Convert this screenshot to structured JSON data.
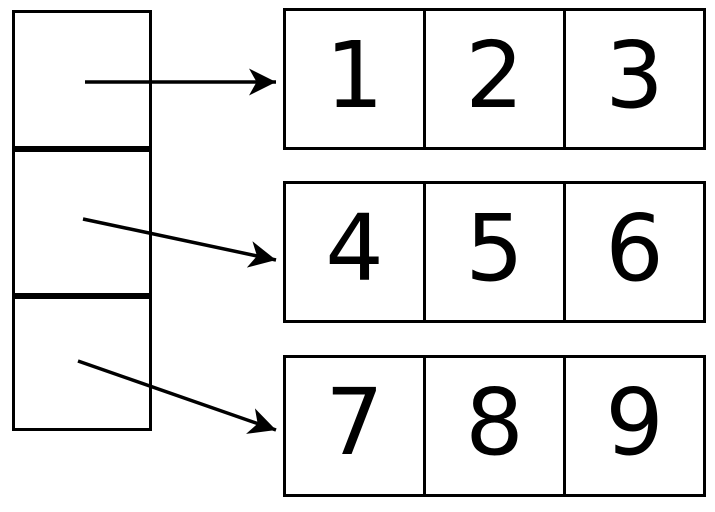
{
  "diagram": {
    "type": "array-of-pointers",
    "colors": {
      "line": "#000000",
      "background": "#ffffff"
    },
    "pointer_array": {
      "boxes": [
        {
          "label": ""
        },
        {
          "label": ""
        },
        {
          "label": ""
        }
      ]
    },
    "rows": [
      {
        "cells": [
          "1",
          "2",
          "3"
        ]
      },
      {
        "cells": [
          "4",
          "5",
          "6"
        ]
      },
      {
        "cells": [
          "7",
          "8",
          "9"
        ]
      }
    ],
    "connections": [
      {
        "from_pointer": 0,
        "to_row": 0
      },
      {
        "from_pointer": 1,
        "to_row": 1
      },
      {
        "from_pointer": 2,
        "to_row": 2
      }
    ]
  }
}
